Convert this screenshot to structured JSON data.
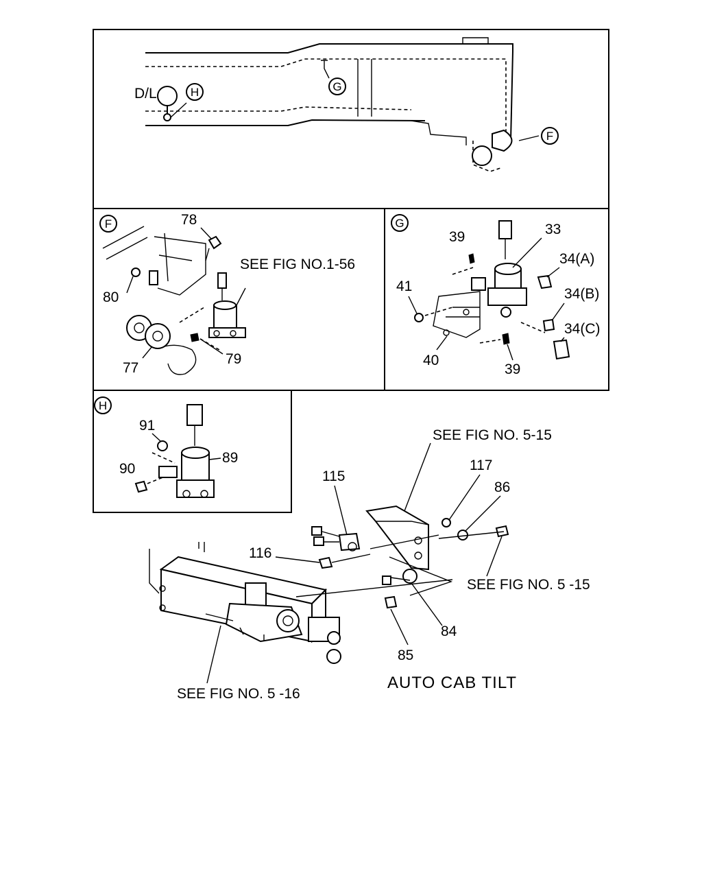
{
  "panels": {
    "top": {
      "callouts": [
        "G",
        "H",
        "F"
      ],
      "text": "D/L"
    },
    "f": {
      "callout": "F",
      "labels": [
        "78",
        "SEE FIG NO.1-56",
        "80",
        "79",
        "77"
      ]
    },
    "g": {
      "callout": "G",
      "labels": [
        "39",
        "33",
        "34(A)",
        "41",
        "34(B)",
        "34(C)",
        "40",
        "39"
      ]
    },
    "h": {
      "callout": "H",
      "labels": [
        "91",
        "89",
        "90"
      ]
    }
  },
  "main": {
    "labels": [
      "SEE FIG NO. 5-15",
      "117",
      "115",
      "86",
      "116",
      "SEE FIG NO. 5 -15",
      "84",
      "85",
      "SEE FIG NO. 5 -16"
    ],
    "caption": "AUTO CAB TILT"
  }
}
